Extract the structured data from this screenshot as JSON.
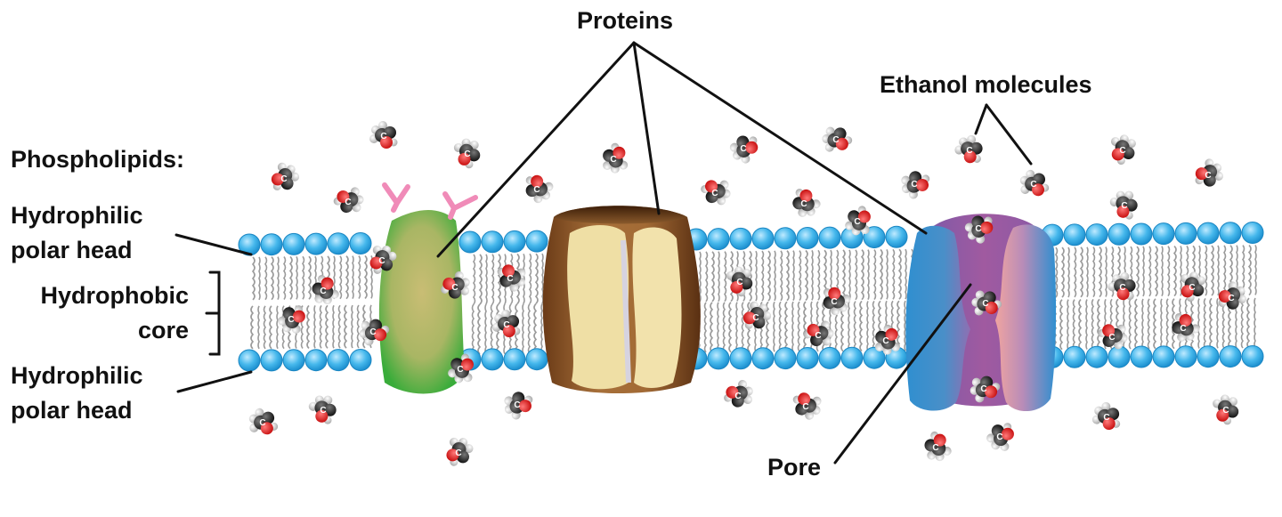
{
  "labels": {
    "proteins": "Proteins",
    "ethanol": "Ethanol molecules",
    "phospholipids": "Phospholipids:",
    "hydrophilic_top": [
      "Hydrophilic",
      "polar head"
    ],
    "hydrophobic_core": [
      "Hydrophobic",
      "core"
    ],
    "hydrophilic_bottom": [
      "Hydrophilic",
      "polar head"
    ],
    "pore": "Pore"
  },
  "ethanol_atom_letter": "C",
  "colors": {
    "phosphate_head": "#3fb4ea",
    "lipid_tail": "#9a9a9a",
    "green_protein": "#3cae3c",
    "green_protein_core": "#b5b466",
    "brown_protein": "#7a4a22",
    "brown_protein_core": "#efdfa5",
    "channel_blue": "#2f8fd0",
    "channel_purple": "#9b5fa8",
    "glycan": "#f08bb8",
    "oxygen": "#e02020",
    "carbon": "#2a2a2a",
    "hydrogen": "#d0d0d0"
  }
}
